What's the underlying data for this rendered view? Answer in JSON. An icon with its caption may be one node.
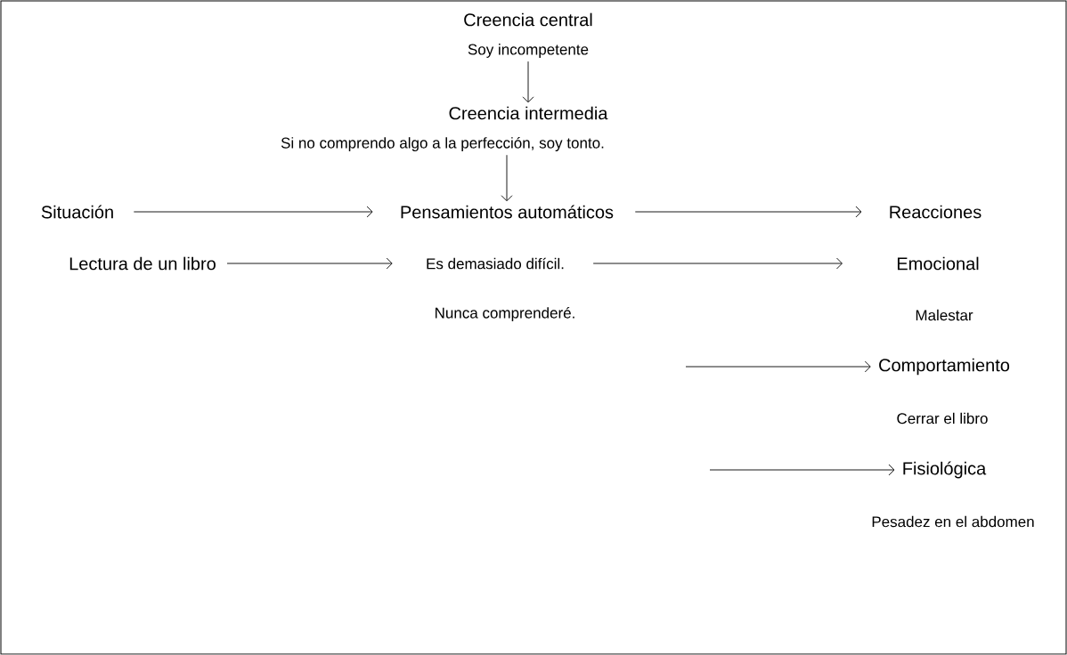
{
  "diagram": {
    "nodes": [
      {
        "text": [
          "Soy incompetente"
        ]
      },
      {
        "text": [
          "Creencia intermedia"
        ]
      },
      {
        "text": [
          "Si no comprendo algo a la perfección, soy tonto."
        ]
      },
      {
        "text": [
          "Situación"
        ]
      },
      {
        "text": [
          "Pensamientos automáticos"
        ]
      },
      {
        "text": [
          "Reacciones"
        ]
      },
      {
        "text": [
          "Lectura de un libro"
        ]
      },
      {
        "text": [
          "Es demasiado difícil."
        ]
      },
      {
        "text": [
          "Emocional"
        ]
      },
      {
        "text": [
          "Comportamiento"
        ]
      },
      {
        "text": [
          "Fisiológica"
        ]
      }
    ],
    "edges": [
      {
        "from": 0,
        "to": 1,
        "arrow": "to"
      },
      {
        "from": 2,
        "to": 4,
        "arrow": "to"
      },
      {
        "from": 3,
        "to": 4,
        "arrow": "to"
      },
      {
        "from": 4,
        "to": 5,
        "arrow": "to"
      },
      {
        "from": 6,
        "to": 7,
        "arrow": "to"
      },
      {
        "from": 7,
        "to": 8,
        "arrow": "to"
      },
      {
        "from": null,
        "to": 9,
        "arrow": "to"
      },
      {
        "from": null,
        "to": 10,
        "arrow": "to"
      }
    ],
    "labels": [
      "Creencia central",
      "Nunca comprenderé.",
      "Malestar",
      "Cerrar el libro",
      "Pesadez en el abdomen"
    ]
  }
}
